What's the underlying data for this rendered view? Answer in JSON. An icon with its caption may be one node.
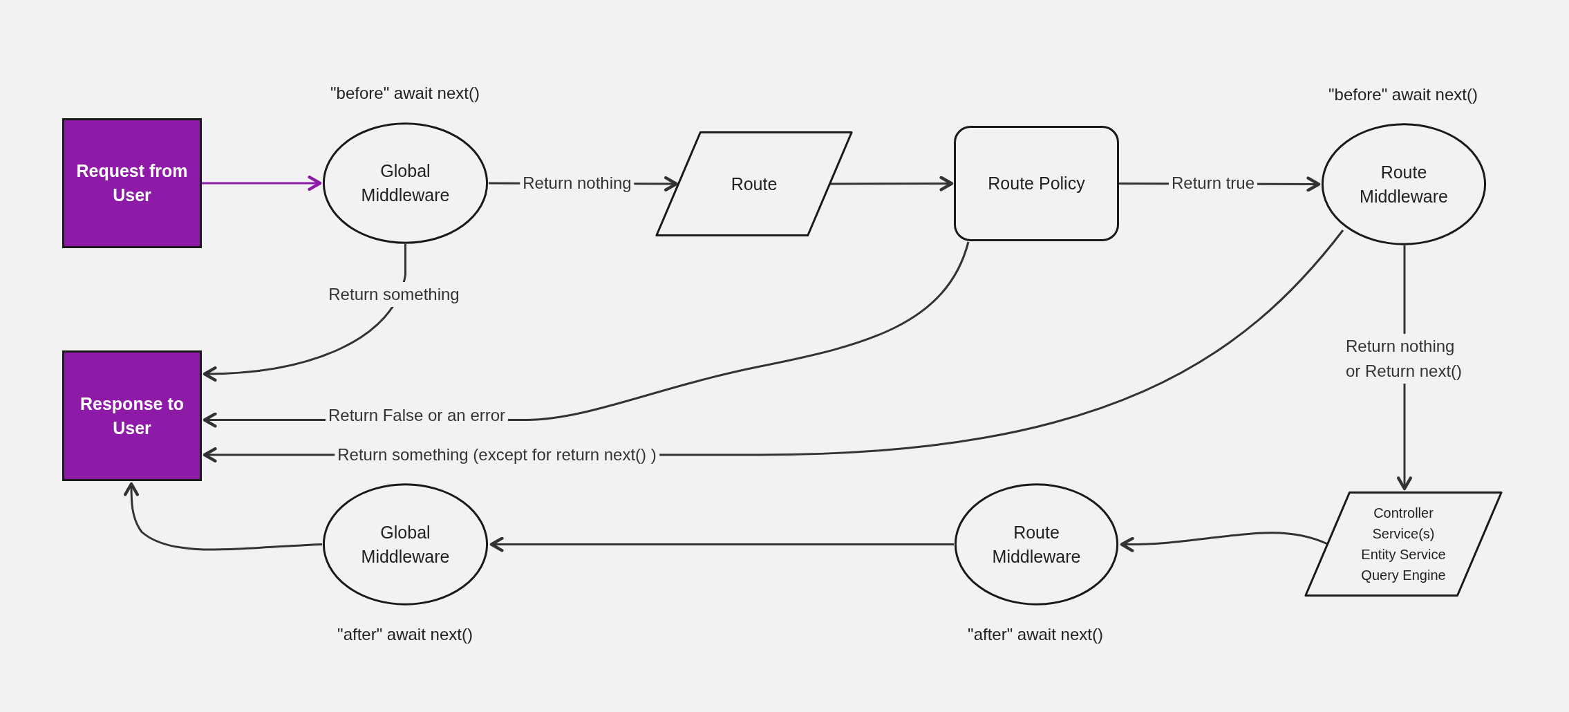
{
  "diagram": {
    "nodes": [
      {
        "text": [
          "Request from User"
        ]
      },
      {
        "text": [
          "Global Middleware"
        ],
        "beside": [
          "\"before\" await next()"
        ]
      },
      {
        "text": [
          "Route"
        ]
      },
      {
        "text": [
          "Route Policy"
        ]
      },
      {
        "text": [
          "Route Middleware"
        ],
        "beside": [
          "\"before\" await next()"
        ]
      },
      {
        "text": [
          "Response to User"
        ]
      },
      {
        "text": [
          "Controller",
          "Service(s)",
          "Entity Service",
          "Query Engine"
        ]
      },
      {
        "text": [
          "Route Middleware"
        ],
        "beside": [
          "\"after\" await next()"
        ]
      },
      {
        "text": [
          "Global Middleware"
        ],
        "beside": [
          "\"after\" await next()"
        ]
      }
    ],
    "edges": [
      {
        "from": 0,
        "to": 1,
        "arrow": "to",
        "color": "#8e1aa8"
      },
      {
        "from": 1,
        "to": 2,
        "arrow": "to",
        "label": "Return nothing"
      },
      {
        "from": 2,
        "to": 3,
        "arrow": "to"
      },
      {
        "from": 3,
        "to": 4,
        "arrow": "to",
        "label": "Return true"
      },
      {
        "from": 1,
        "to": 5,
        "arrow": "to",
        "label": "Return something"
      },
      {
        "from": 3,
        "to": 5,
        "arrow": "to",
        "label": "Return False or an error"
      },
      {
        "from": 4,
        "to": 5,
        "arrow": "to",
        "label": "Return something (except for return next() )"
      },
      {
        "from": 4,
        "to": 6,
        "arrow": "to",
        "label": "Return nothing or Return next()"
      },
      {
        "from": 6,
        "to": 7,
        "arrow": "to"
      },
      {
        "from": 7,
        "to": 8,
        "arrow": "to"
      },
      {
        "from": 8,
        "to": 5,
        "arrow": "to"
      }
    ]
  }
}
